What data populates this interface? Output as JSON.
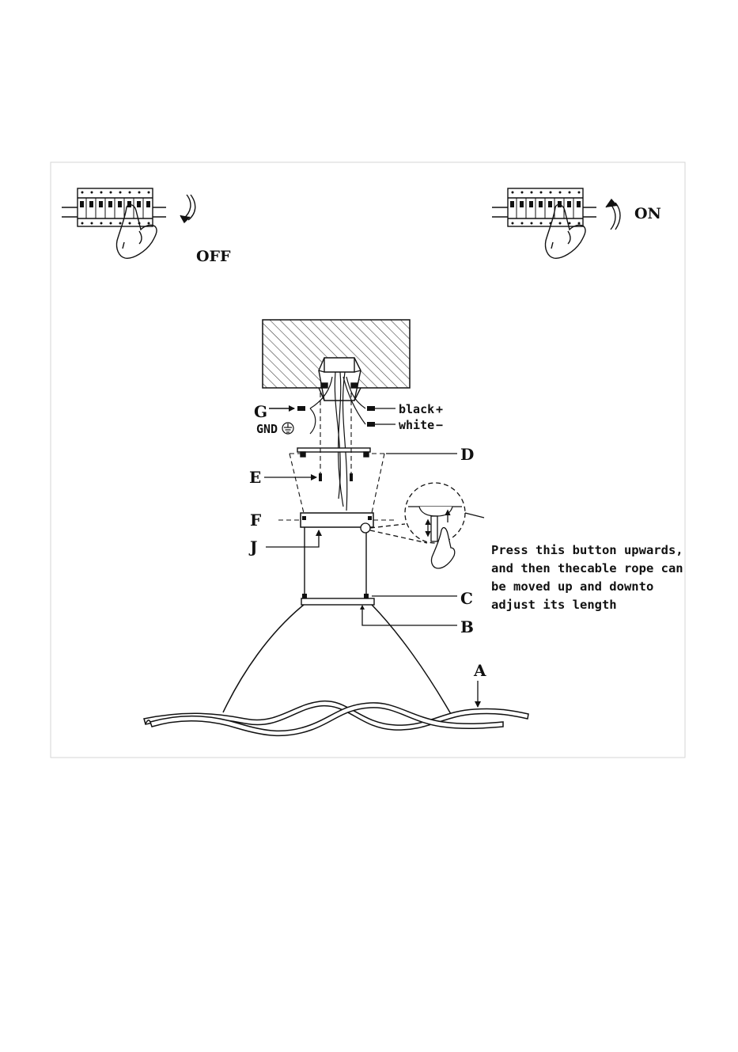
{
  "switches": {
    "off_label": "OFF",
    "on_label": "ON"
  },
  "wiring": {
    "black_label": "black",
    "black_sign": "+",
    "white_label": "white",
    "white_sign": "−",
    "gnd_label": "GND"
  },
  "part_labels": {
    "a": "A",
    "b": "B",
    "c": "C",
    "d": "D",
    "e": "E",
    "f": "F",
    "g": "G",
    "j": "J"
  },
  "note": {
    "lines": [
      "Press this button upwards,",
      "and then thecable rope can",
      "be moved up and downto",
      "adjust its length"
    ]
  },
  "icons": [
    "breaker-panel-icon",
    "hand-icon",
    "turn-down-arrow-icon",
    "turn-up-arrow-icon",
    "ground-symbol-icon"
  ],
  "colors": {
    "ink": "#111111",
    "frame": "#cfcfcf",
    "hatch": "#333333"
  }
}
